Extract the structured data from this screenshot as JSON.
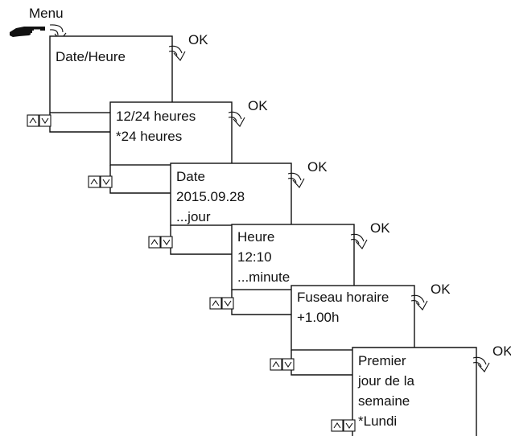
{
  "menu_label": "Menu",
  "ok_label": "OK",
  "steps": [
    {
      "id": "date-heure",
      "lines": [
        "Date/Heure"
      ]
    },
    {
      "id": "12-24-heures",
      "lines": [
        "12/24 heures",
        "*24 heures"
      ]
    },
    {
      "id": "date",
      "lines": [
        "Date",
        "2015.09.28",
        "...jour"
      ]
    },
    {
      "id": "heure",
      "lines": [
        "Heure",
        "12:10",
        "...minute"
      ]
    },
    {
      "id": "fuseau-horaire",
      "lines": [
        "Fuseau horaire",
        "+1.00h"
      ]
    },
    {
      "id": "premier-jour",
      "lines": [
        "Premier",
        "jour de la",
        "semaine",
        "*Lundi"
      ]
    }
  ],
  "icons": {
    "menu": "pointing-hand-icon",
    "ok": "curved-arrow-icon",
    "up": "chevron-up-icon",
    "down": "chevron-down-icon"
  }
}
